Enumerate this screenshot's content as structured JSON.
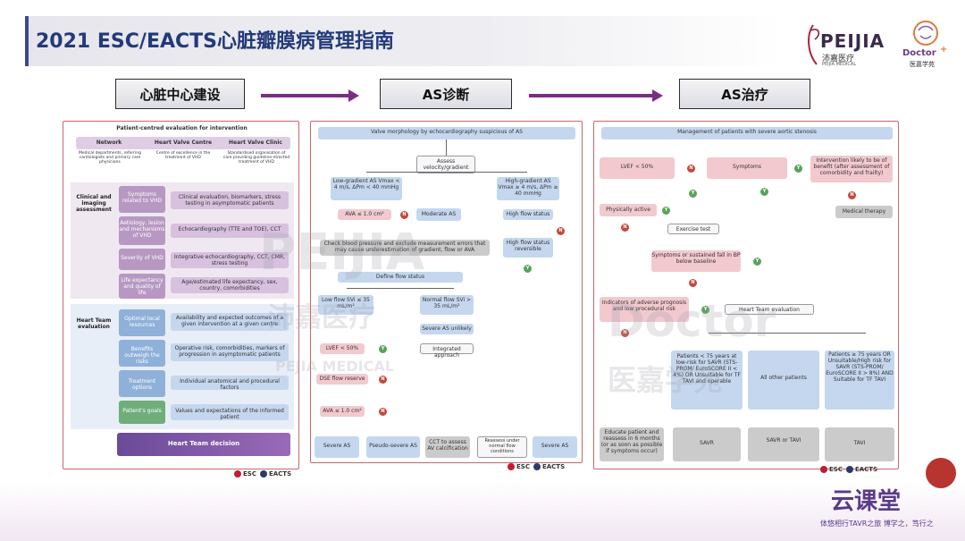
{
  "title": "2021 ESC/EACTS心脏瓣膜病管理指南",
  "logos": {
    "peijia_main": "PEIJIA",
    "peijia_cn": "沛嘉医疗",
    "peijia_en": "PEIJIA MEDICAL",
    "doctor_main": "Doctor",
    "doctor_cn": "医嘉学苑"
  },
  "stages": [
    {
      "label": "心脏中心建设"
    },
    {
      "label": "AS诊断"
    },
    {
      "label": "AS治疗"
    }
  ],
  "panel1": {
    "header": "Patient-centred evaluation for intervention",
    "top": [
      {
        "title": "Network",
        "desc": "Medical departments, referring cardiologists and primary care physicians"
      },
      {
        "title": "Heart Valve Centre",
        "desc": "Centre of excellence in the treatment of VHD"
      },
      {
        "title": "Heart Valve Clinic",
        "desc": "Standardised organisation of care providing guideline-directed treatment of VHD"
      }
    ],
    "group1": "Clinical and imaging assessment",
    "group2": "Heart Team evaluation",
    "rows": [
      {
        "label": "Symptoms related to VHD",
        "desc": "Clinical evaluation, biomarkers, stress testing in asymptomatic patients"
      },
      {
        "label": "Aetiology, lesion and mechanisms of VHD",
        "desc": "Echocardiography (TTE and TOE), CCT"
      },
      {
        "label": "Severity of VHD",
        "desc": "Integrative echocardiography, CCT, CMR, stress testing"
      },
      {
        "label": "Life expectancy and quality of life",
        "desc": "Age/estimated life expectancy, sex, country, comorbidities"
      },
      {
        "label": "Optimal local resources",
        "desc": "Availability and expected outcomes of a given intervention at a given centre"
      },
      {
        "label": "Benefits outweigh the risks",
        "desc": "Operative risk, comorbidities, markers of progression in asymptomatic patients"
      },
      {
        "label": "Treatment options",
        "desc": "Individual anatomical and procedural factors"
      },
      {
        "label": "Patient's goals",
        "desc": "Values and expectations of the informed patient"
      }
    ],
    "decision": "Heart Team decision"
  },
  "panel2": {
    "header": "Valve morphology by echocardiography suspicious of AS",
    "assess": "Assess velocity/gradient",
    "low_gradient": "Low-gradient AS Vmax < 4 m/s, ΔPm < 40 mmHg",
    "high_gradient": "High-gradient AS Vmax ≥ 4 m/s, ΔPm ≥ 40 mmHg",
    "ava1": "AVA ≤ 1.0 cm²",
    "moderate": "Moderate AS",
    "high_flow_status": "High flow status",
    "high_flow_rev": "High flow status reversible",
    "check_bp": "Check blood pressure and exclude measurement errors that may cause underestimation of gradient, flow or AVA",
    "define_flow": "Define flow status",
    "low_flow": "Low flow SVi ≤ 35 mL/m²",
    "normal_flow": "Normal flow SVi > 35 mL/m²",
    "severe_unlikely": "Severe AS unlikely",
    "lvef": "LVEF < 50%",
    "integrated": "Integrated approach",
    "dse": "DSE flow reserve",
    "ava2": "AVA ≤ 1.0 cm²",
    "outcomes": [
      "Severe AS",
      "Pseudo-severe AS",
      "CCT to assess AV calcification",
      "Reassess under normal flow conditions",
      "Severe AS"
    ]
  },
  "panel3": {
    "header": "Management of patients with severe aortic stenosis",
    "lvef": "LVEF < 50%",
    "symptoms": "Symptoms",
    "benefit": "Intervention likely to be of benefit (after assessment of comorbidity and frailty)",
    "medical": "Medical therapy",
    "phys": "Physically active",
    "exercise": "Exercise test",
    "bp_fall": "Symptoms or sustained fall in BP below baseline",
    "indicators": "Indicators of adverse prognosis and low procedural risk",
    "ht_eval": "Heart Team evaluation",
    "groups": [
      "Patients < 75 years at low-risk for SAVR (STS-PROM/ EuroSCORE II < 4%) OR Unsuitable for TF TAVI and operable",
      "All other patients",
      "Patients ≥ 75 years OR Unsuitable/High risk for SAVR (STS-PROM/ EuroSCORE II > 8%) AND Suitable for TF TAVI"
    ],
    "educate": "Educate patient and reassess in 6 months (or as soon as possible if symptoms occur)",
    "results": [
      "SAVR",
      "SAVR or TAVI",
      "TAVI"
    ]
  },
  "footer": {
    "esc": "ESC",
    "eacts": "EACTS"
  },
  "brand_bottom": {
    "name": "云课堂",
    "slogan": "体悠相行TAVR之旅 博学之，笃行之"
  },
  "watermark": {
    "latin": "PEIJIA",
    "cn": "沛嘉医疗",
    "en": "PEJIA MEDICAL",
    "doctor": "Doctor",
    "doctor_cn": "医嘉学苑"
  },
  "colors": {
    "title": "#233a7a",
    "arrow": "#7b2d86",
    "panel_border": "#c9666a"
  }
}
